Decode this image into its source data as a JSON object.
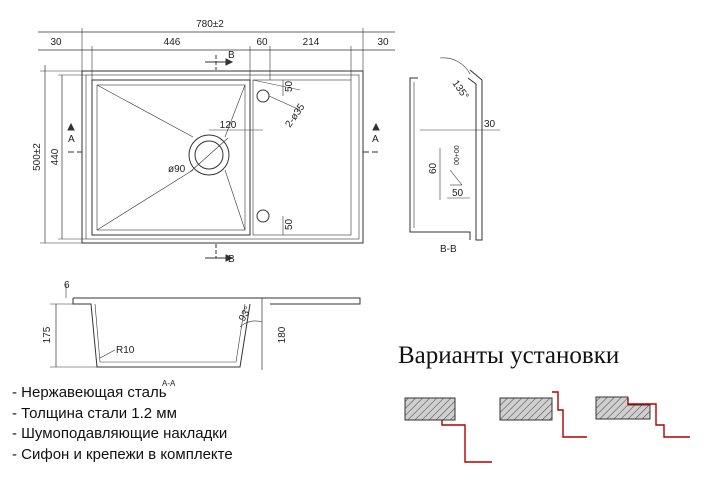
{
  "dimensions": {
    "overall_width": "780±2",
    "overall_depth": "500±2",
    "inner_depth": "440",
    "bowl_width": "446",
    "gap": "60",
    "drainer_width": "214",
    "margin_left": "30",
    "margin_right": "30",
    "drain_dia": "ø90",
    "drain_offset": "120",
    "holes": "2-ø35",
    "hole_top": "50",
    "hole_bottom": "50",
    "section_mark": "B",
    "side_mark": "A",
    "side_angle": "135°",
    "side_30": "30",
    "side_60": "60",
    "side_50": "50",
    "side_code": "00+00",
    "section_bb": "B-B",
    "front_6": "6",
    "front_175": "175",
    "front_180": "180",
    "front_r10": "R10",
    "front_angle": "93°",
    "section_aa": "A-A"
  },
  "install_title": "Варианты установки",
  "features": [
    "- Нержавеющая сталь",
    "- Толщина стали 1.2 мм",
    "- Шумоподавляющие накладки",
    "- Сифон и крепежи в комплекте"
  ],
  "colors": {
    "line": "#333333",
    "hatch_fill": "#c8c8c8",
    "install_accent": "#b00000"
  }
}
